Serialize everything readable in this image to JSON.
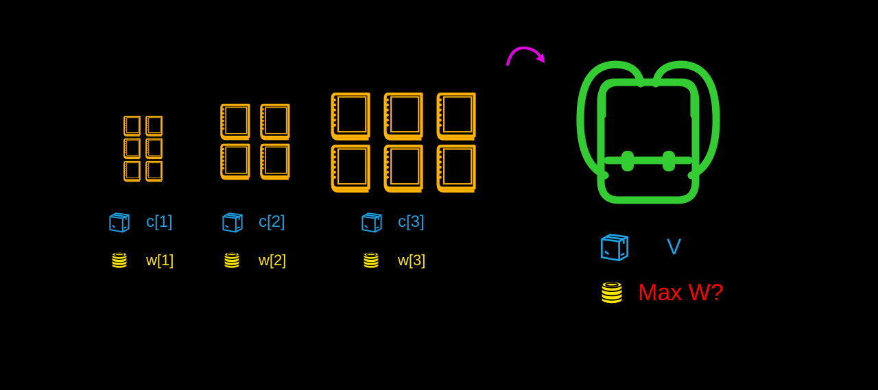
{
  "colors": {
    "background": "#000000",
    "book": "#FFB300",
    "box": "#1BA1E2",
    "coins": "#FFE600",
    "backpack": "#33CC33",
    "arrow": "#E600E6",
    "question": "#FF0000"
  },
  "icons": {
    "item": "book-icon",
    "cost": "box-icon",
    "weight": "coin-stack-icon",
    "knapsack": "backpack-icon",
    "move": "curved-arrow-icon"
  },
  "groups": [
    {
      "cost_label": "c[1]",
      "weight_label": "w[1]",
      "book_count": 6
    },
    {
      "cost_label": "c[2]",
      "weight_label": "w[2]",
      "book_count": 4
    },
    {
      "cost_label": "c[3]",
      "weight_label": "w[3]",
      "book_count": 6
    }
  ],
  "knapsack": {
    "capacity_label": "V",
    "question_label": "Max W?"
  }
}
